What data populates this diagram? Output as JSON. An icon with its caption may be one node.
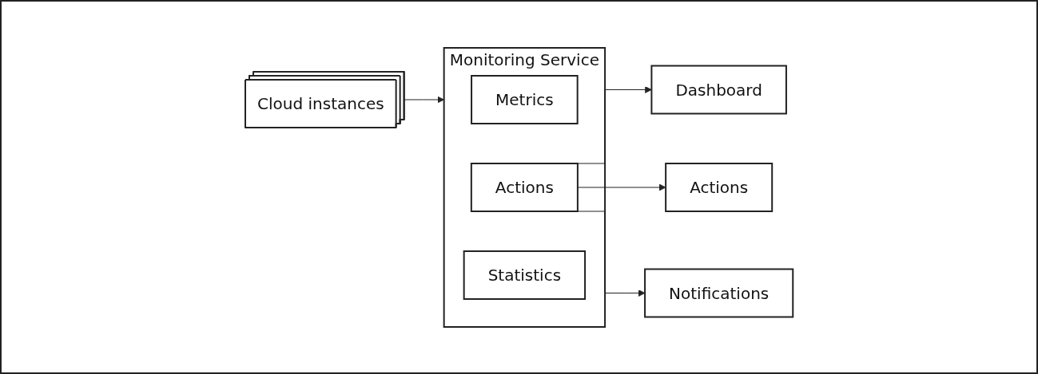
{
  "diagram": {
    "nodes": [
      {
        "text": [
          "Cloud instances"
        ]
      },
      {
        "text": [
          "Monitoring Service"
        ]
      },
      {
        "text": [
          "Metrics"
        ],
        "in": 1
      },
      {
        "text": [
          "Actions"
        ],
        "in": 1
      },
      {
        "text": [
          "Statistics"
        ],
        "in": 1
      },
      {
        "text": [
          "Dashboard"
        ]
      },
      {
        "text": [
          "Actions"
        ]
      },
      {
        "text": [
          "Notifications"
        ]
      }
    ],
    "edges": [
      {
        "from": 0,
        "to": 1,
        "arrow": "to"
      },
      {
        "from": 3,
        "to": 5,
        "arrow": "to"
      },
      {
        "from": 3,
        "to": 6,
        "arrow": "to"
      },
      {
        "from": 3,
        "to": 7,
        "arrow": "to"
      }
    ]
  }
}
